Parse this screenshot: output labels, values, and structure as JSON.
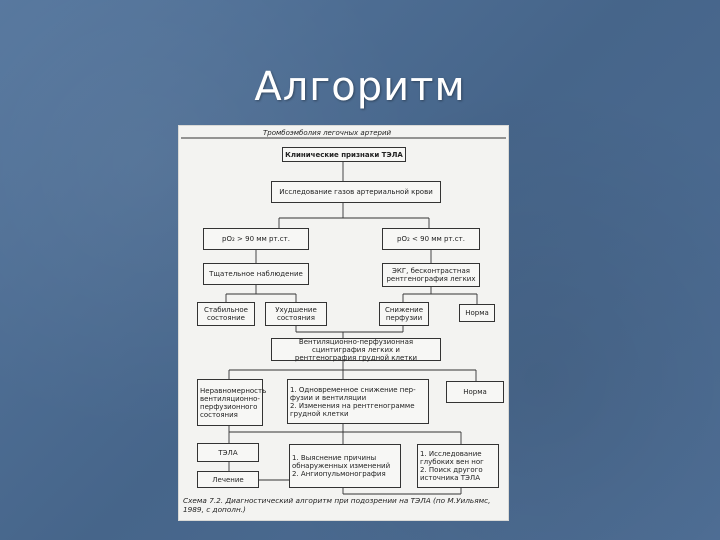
{
  "slide": {
    "title": "Алгоритм"
  },
  "figure": {
    "header": "Тромбоэмболия легочных артерий",
    "nodes": {
      "clinical": "Клинические признаки ТЭЛА",
      "blood_gas": "Исследование газов артериальной крови",
      "po2_high": "pO₂ > 90 мм рт.ст.",
      "po2_low": "pO₂ < 90 мм рт.ст.",
      "observation": "Тщательное наблюдение",
      "ecg": "ЭКГ, бесконтрастная\nрентгенография легких",
      "stable": "Стабильное\nсостояние",
      "worsening": "Ухудшение\nсостояния",
      "reduced_perfusion": "Снижение\nперфузии",
      "norm1": "Норма",
      "scintigraphy": "Вентиляционно-перфузионная сцинтиграфия легких и\nрентгенография грудной клетки",
      "uneven": "Неравномерность\nвентиляционно-\nперфузионного\nсостояния",
      "simultaneous": "1. Одновременное снижение пер-\nфузии и вентиляции\n2. Изменения на рентгенограмме\nгрудной клетки",
      "norm2": "Норма",
      "tela": "ТЭЛА",
      "treatment": "Лечение",
      "clarify": "1. Выяснение причины\nобнаруженных изменений\n2. Ангиопульмонография",
      "investigate": "1. Исследование\nглубоких вен ног\n2. Поиск другого\nисточника ТЭЛА"
    },
    "caption": "Схема 7.2. Диагностический алгоритм при подозрении на ТЭЛА (по М.Уильямс, 1989, с дополн.)"
  }
}
